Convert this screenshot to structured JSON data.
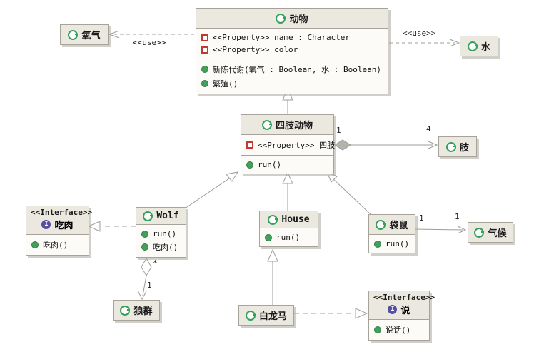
{
  "diagram": {
    "classes": {
      "animal": {
        "name": "动物",
        "attributes": [
          "<<Property>> name : Character",
          "<<Property>> color"
        ],
        "methods": [
          "新陈代谢(氧气 : Boolean, 水 : Boolean)",
          "繁殖()"
        ]
      },
      "oxygen": {
        "name": "氧气"
      },
      "water": {
        "name": "水"
      },
      "quadruped": {
        "name": "四肢动物",
        "attributes": [
          "<<Property>> 四肢"
        ],
        "methods": [
          "run()"
        ]
      },
      "limb": {
        "name": "肢"
      },
      "meat_eater": {
        "stereotype": "<<Interface>>",
        "name": "吃肉",
        "methods": [
          "吃肉()"
        ]
      },
      "wolf": {
        "name": "Wolf",
        "methods": [
          "run()",
          "吃肉()"
        ]
      },
      "house": {
        "name": "House",
        "methods": [
          "run()"
        ]
      },
      "kangaroo": {
        "name": "袋鼠",
        "methods": [
          "run()"
        ]
      },
      "climate": {
        "name": "气候"
      },
      "wolf_pack": {
        "name": "狼群"
      },
      "white_dragon_horse": {
        "name": "白龙马"
      },
      "speak": {
        "stereotype": "<<Interface>>",
        "name": "说",
        "methods": [
          "说话()"
        ]
      }
    },
    "edge_labels": {
      "use_left": "<<use>>",
      "use_right": "<<use>>",
      "composition_near": "1",
      "composition_far": "4",
      "aggregation_near": "*",
      "aggregation_far": "1",
      "association_near": "1",
      "association_far": "1"
    },
    "icons": {
      "interface_letter": "I"
    },
    "colors": {
      "class_icon_green": "#35a05a",
      "interface_icon_purple": "#574fa0",
      "property_icon_red": "#c03a32",
      "method_icon_green": "#43a05a",
      "title_bar": "#ebe8e0",
      "box_body": "#fcfbf7",
      "box_border": "#a8a39a",
      "line_gray": "#9d9d95"
    }
  }
}
